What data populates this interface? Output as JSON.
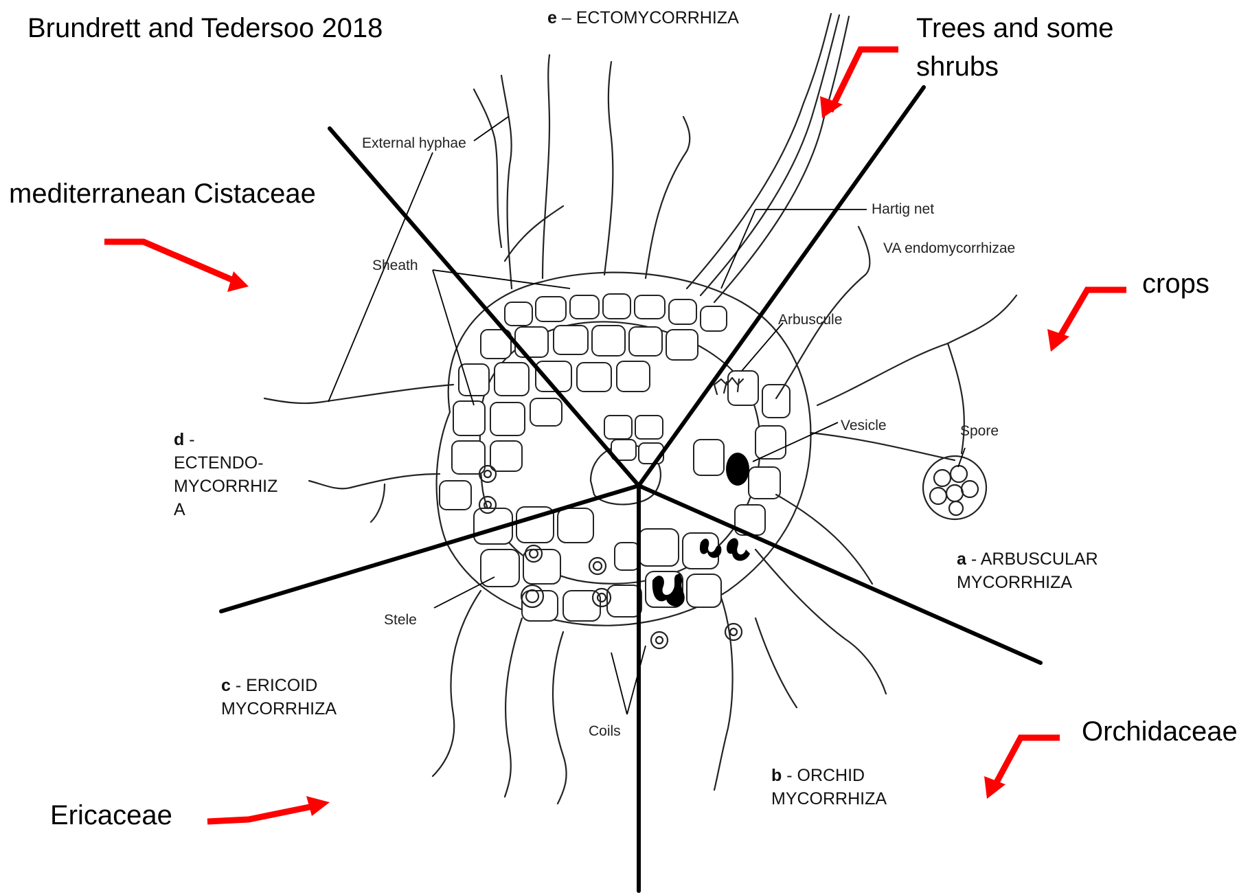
{
  "hosts": {
    "citation": "Brundrett and Tedersoo 2018",
    "trees_line1": "Trees and some",
    "trees_line2": "shrubs",
    "mediterranean": "mediterranean Cistaceae",
    "crops": "crops",
    "orchidaceae": "Orchidaceae",
    "ericaceae": "Ericaceae"
  },
  "categories": {
    "e": {
      "letter": "e",
      "rest": " – ECTOMYCORRHIZA"
    },
    "d": {
      "letter": "d",
      "rest": " -",
      "l2": "ECTENDO-",
      "l3": "MYCORRHIZ",
      "l4": "A"
    },
    "c": {
      "letter": "c",
      "rest": " - ERICOID",
      "l2": "MYCORRHIZA"
    },
    "b": {
      "letter": "b",
      "rest": " - ORCHID",
      "l2": "MYCORRHIZA"
    },
    "a": {
      "letter": "a",
      "rest": " - ARBUSCULAR",
      "l2": "MYCORRHIZA"
    }
  },
  "labels": {
    "external_hyphae": "External hyphae",
    "hartig_net": "Hartig net",
    "va": "VA endomycorrhizae",
    "sheath": "Sheath",
    "arbuscule": "Arbuscule",
    "vesicle": "Vesicle",
    "spore": "Spore",
    "stele": "Stele",
    "coils": "Coils"
  },
  "colors": {
    "arrow": "#ff0000",
    "line": "#000000"
  }
}
